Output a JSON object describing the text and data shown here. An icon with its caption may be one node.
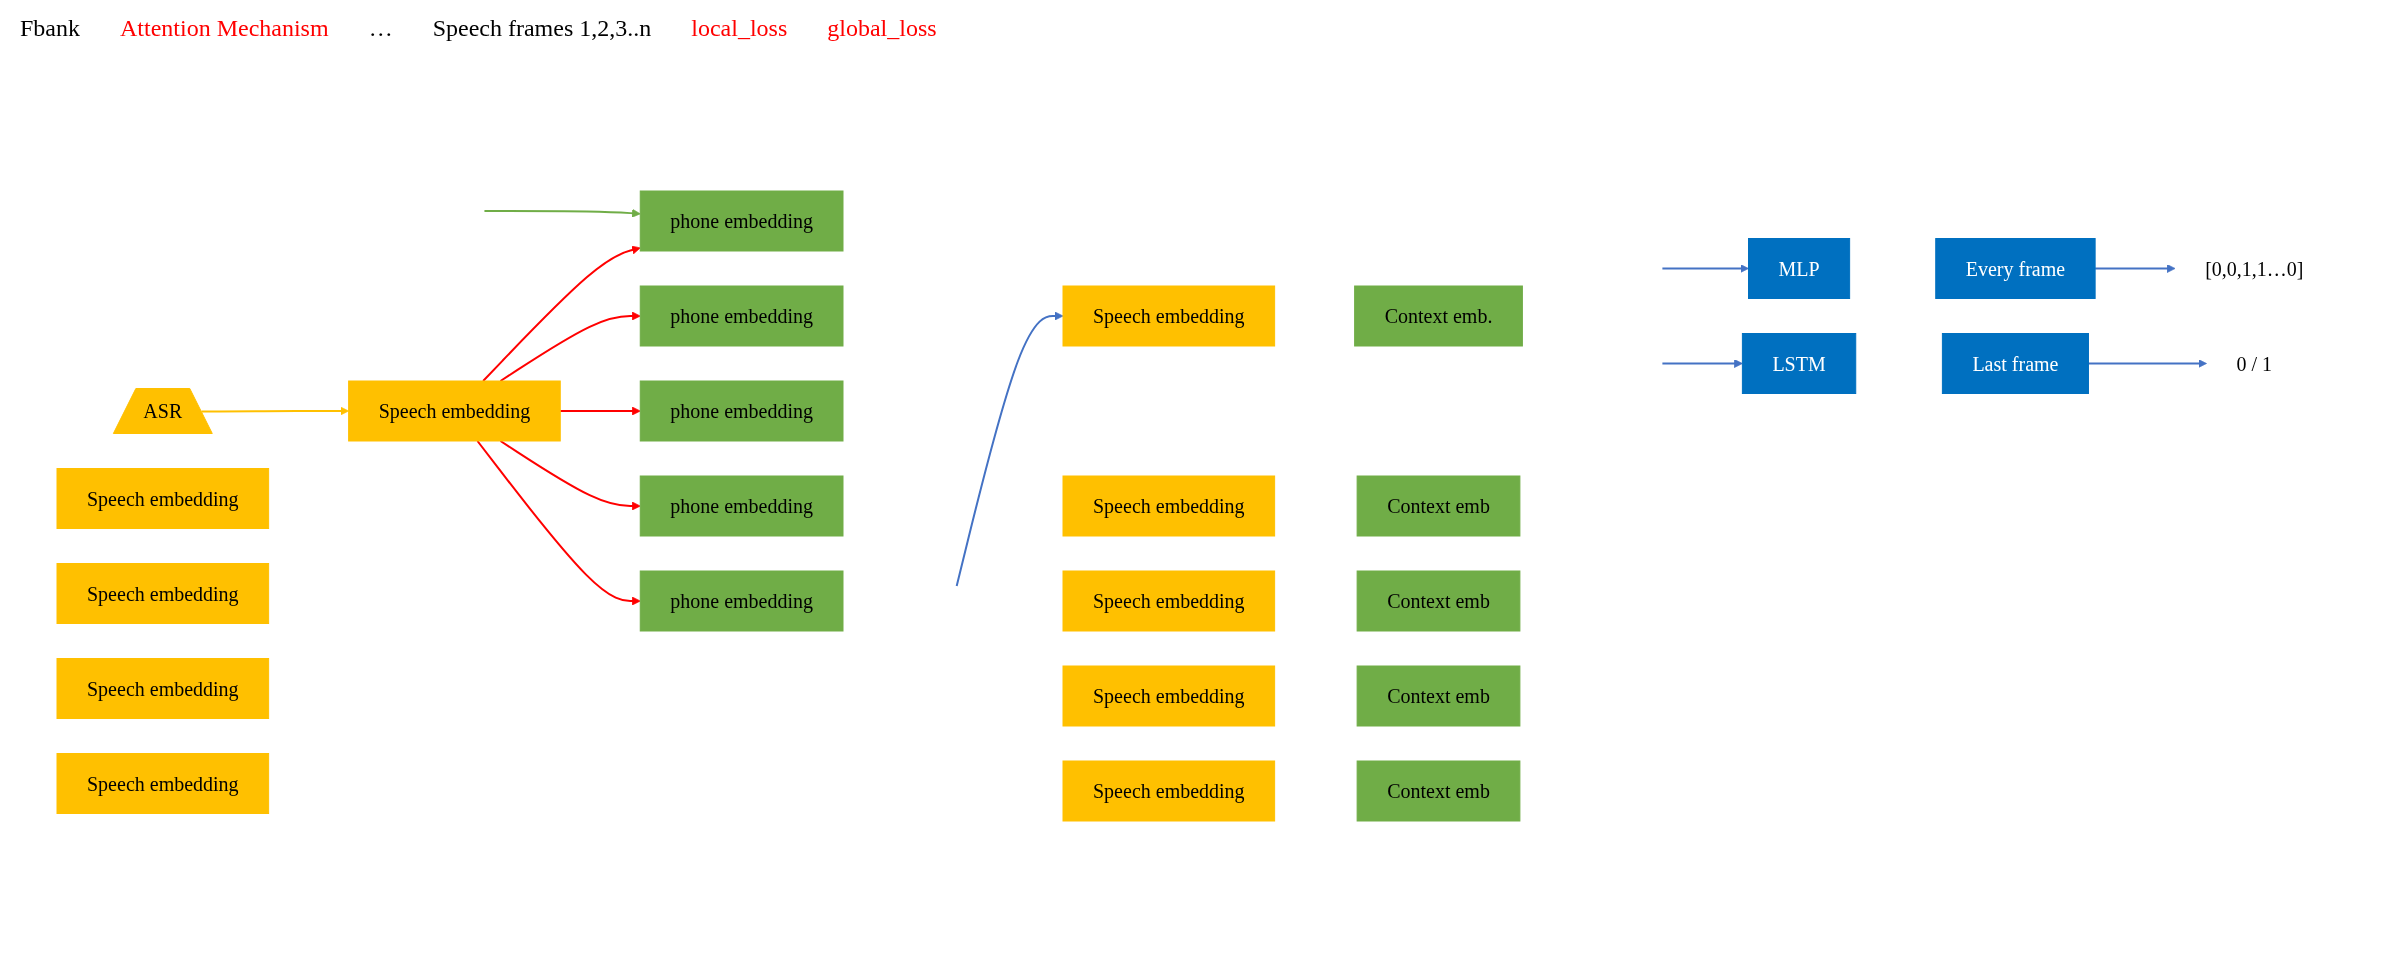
{
  "diagram": {
    "nodes": [
      {
        "text": [
          "ASR"
        ]
      },
      {
        "text": [
          "Speech embedding"
        ]
      },
      {
        "text": [
          "Speech embedding"
        ]
      },
      {
        "text": [
          "Speech embedding"
        ]
      },
      {
        "text": [
          "Speech embedding"
        ]
      },
      {
        "text": [
          "Speech embedding"
        ]
      },
      {
        "text": [
          "phone embedding"
        ]
      },
      {
        "text": [
          "phone embedding"
        ]
      },
      {
        "text": [
          "phone embedding"
        ]
      },
      {
        "text": [
          "phone embedding"
        ]
      },
      {
        "text": [
          "phone embedding"
        ]
      },
      {
        "text": [
          "Speech embedding"
        ]
      },
      {
        "text": [
          "Speech embedding"
        ]
      },
      {
        "text": [
          "Speech embedding"
        ]
      },
      {
        "text": [
          "Speech embedding"
        ]
      },
      {
        "text": [
          "Speech embedding"
        ]
      },
      {
        "text": [
          "Context emb."
        ]
      },
      {
        "text": [
          "Context emb"
        ]
      },
      {
        "text": [
          "Context emb"
        ]
      },
      {
        "text": [
          "Context emb"
        ]
      },
      {
        "text": [
          "Context emb"
        ]
      },
      {
        "text": [
          "MLP"
        ]
      },
      {
        "text": [
          "Every frame"
        ]
      },
      {
        "text": [
          "[0,0,1,1…0]"
        ]
      },
      {
        "text": [
          "LSTM"
        ]
      },
      {
        "text": [
          "Last frame"
        ]
      },
      {
        "text": [
          "0 / 1"
        ]
      }
    ],
    "edges": [
      {
        "from": 0,
        "to": 1,
        "arrow": "to",
        "color": "#ffc000"
      },
      {
        "from": null,
        "to": 6,
        "arrow": "to",
        "color": "#70ad47"
      },
      {
        "from": 1,
        "to": 6,
        "arrow": "to",
        "color": "#ff0000"
      },
      {
        "from": 1,
        "to": 7,
        "arrow": "to",
        "color": "#ff0000"
      },
      {
        "from": 1,
        "to": 8,
        "arrow": "to",
        "color": "#ff0000"
      },
      {
        "from": 1,
        "to": 9,
        "arrow": "to",
        "color": "#ff0000"
      },
      {
        "from": 1,
        "to": 10,
        "arrow": "to",
        "color": "#ff0000"
      },
      {
        "from": null,
        "to": 11,
        "arrow": "to",
        "color": "#4472c4"
      },
      {
        "from": null,
        "to": 21,
        "arrow": "to",
        "color": "#4472c4"
      },
      {
        "from": null,
        "to": 24,
        "arrow": "to",
        "color": "#4472c4"
      },
      {
        "from": 22,
        "to": 23,
        "arrow": "to",
        "color": "#4472c4"
      },
      {
        "from": 25,
        "to": 26,
        "arrow": "to",
        "color": "#4472c4"
      }
    ],
    "labels": [
      "Fbank",
      "Attention Mechanism",
      "…",
      "Speech frames 1,2,3..n",
      "local_loss",
      "global_loss"
    ]
  }
}
